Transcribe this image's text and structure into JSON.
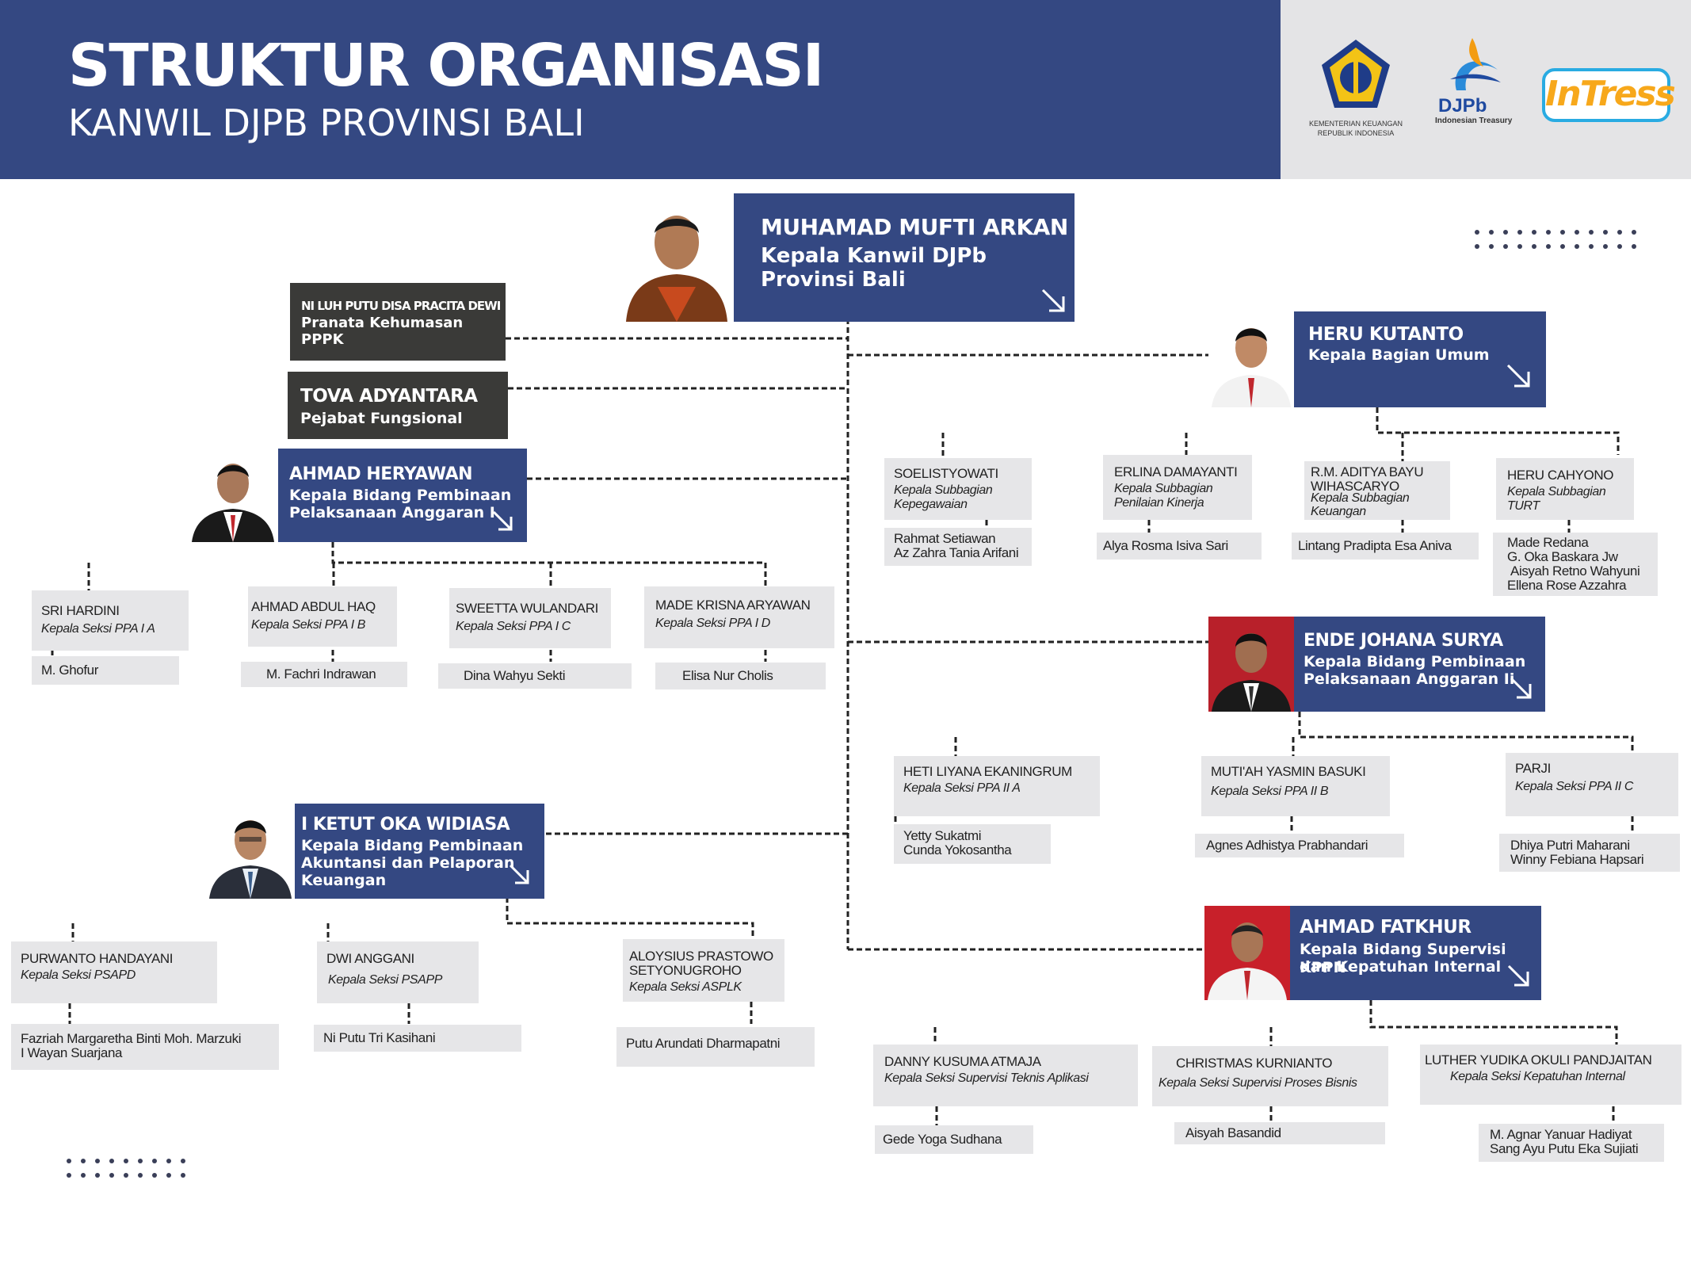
{
  "header": {
    "title": "STRUKTUR ORGANISASI",
    "subtitle": "KANWIL DJPB PROVINSI BALI"
  },
  "logos": {
    "kemenkeu": {
      "line1": "KEMENTERIAN KEUANGAN",
      "line2": "REPUBLIK INDONESIA"
    },
    "djpb": {
      "name": "DJPb",
      "tagline": "Indonesian Treasury"
    },
    "intress": {
      "name": "InTress"
    }
  },
  "head": {
    "name": "MUHAMAD MUFTI ARKAN",
    "title1": "Kepala Kanwil DJPb",
    "title2": "Provinsi Bali"
  },
  "staff1": {
    "name": "NI LUH PUTU DISA PRACITA DEWI",
    "title1": "Pranata Kehumasan",
    "title2": "PPPK"
  },
  "staff2": {
    "name": "TOVA ADYANTARA",
    "title": "Pejabat Fungsional"
  },
  "pa1": {
    "name": "AHMAD HERYAWAN",
    "title1": "Kepala Bidang Pembinaan",
    "title2": "Pelaksanaan Anggaran I",
    "sections": [
      {
        "name": "SRI HARDINI",
        "role": "Kepala Seksi PPA I A",
        "staff": [
          "M. Ghofur"
        ]
      },
      {
        "name": "AHMAD ABDUL HAQ",
        "role": "Kepala Seksi PPA I B",
        "staff": [
          "M. Fachri Indrawan"
        ]
      },
      {
        "name": "SWEETTA WULANDARI",
        "role": "Kepala Seksi PPA I C",
        "staff": [
          "Dina Wahyu Sekti"
        ]
      },
      {
        "name": "MADE KRISNA ARYAWAN",
        "role": "Kepala Seksi PPA I D",
        "staff": [
          "Elisa Nur Cholis"
        ]
      }
    ]
  },
  "akl": {
    "name": "I KETUT OKA WIDIASA",
    "title1": "Kepala Bidang Pembinaan",
    "title2": "Akuntansi dan Pelaporan",
    "title3": "Keuangan",
    "sections": [
      {
        "name": "PURWANTO HANDAYANI",
        "role": "Kepala Seksi PSAPD",
        "staff": [
          "Fazriah Margaretha Binti Moh. Marzuki",
          "I Wayan Suarjana"
        ]
      },
      {
        "name": "DWI ANGGANI",
        "role": "Kepala Seksi PSAPP",
        "staff": [
          "Ni Putu Tri Kasihani"
        ]
      },
      {
        "name1": "ALOYSIUS PRASTOWO",
        "name2": "SETYONUGROHO",
        "role": "Kepala Seksi ASPLK",
        "staff": [
          "Putu Arundati Dharmapatni"
        ]
      }
    ]
  },
  "umum": {
    "name": "HERU KUTANTO",
    "title": "Kepala Bagian Umum",
    "sections": [
      {
        "name": "SOELISTYOWATI",
        "role1": "Kepala Subbagian",
        "role2": "Kepegawaian",
        "staff": [
          "Rahmat Setiawan",
          "Az Zahra Tania Arifani"
        ]
      },
      {
        "name": "ERLINA DAMAYANTI",
        "role1": "Kepala Subbagian",
        "role2": "Penilaian Kinerja",
        "staff": [
          "Alya Rosma Isiva Sari"
        ]
      },
      {
        "name1": "R.M. ADITYA BAYU",
        "name2": "WIHASCARYO",
        "role1": "Kepala Subbagian",
        "role2": "Keuangan",
        "staff": [
          "Lintang Pradipta Esa Aniva"
        ]
      },
      {
        "name": "HERU CAHYONO",
        "role1": "Kepala Subbagian",
        "role2": "TURT",
        "staff": [
          "Made Redana",
          "G. Oka Baskara Jw",
          "Aisyah Retno Wahyuni",
          "Ellena Rose Azzahra"
        ]
      }
    ]
  },
  "pa2": {
    "name": "ENDE JOHANA SURYA",
    "title1": "Kepala Bidang Pembinaan",
    "title2": "Pelaksanaan Anggaran Ii",
    "sections": [
      {
        "name": "HETI LIYANA EKANINGRUM",
        "role": "Kepala Seksi PPA II A",
        "staff": [
          "Yetty Sukatmi",
          "Cunda Yokosantha"
        ]
      },
      {
        "name": "MUTI'AH YASMIN BASUKI",
        "role": "Kepala Seksi PPA II B",
        "staff": [
          "Agnes Adhistya Prabhandari"
        ]
      },
      {
        "name": "PARJI",
        "role": "Kepala Seksi PPA II C",
        "staff": [
          "Dhiya Putri Maharani",
          "Winny Febiana Hapsari"
        ]
      }
    ]
  },
  "skppn": {
    "name": "AHMAD FATKHUR",
    "title1": "Kepala Bidang Supervisi KPPN",
    "title2": "dan Kepatuhan Internal",
    "sections": [
      {
        "name": "DANNY KUSUMA ATMAJA",
        "role": "Kepala Seksi Supervisi Teknis Aplikasi",
        "staff": [
          "Gede Yoga Sudhana"
        ]
      },
      {
        "name": "CHRISTMAS KURNIANTO",
        "role": "Kepala Seksi Supervisi Proses Bisnis",
        "staff": [
          "Aisyah Basandid"
        ]
      },
      {
        "name": "LUTHER YUDIKA OKULI PANDJAITAN",
        "role": "Kepala Seksi Kepatuhan Internal",
        "staff": [
          "M. Agnar Yanuar Hadiyat",
          "Sang Ayu Putu Eka Sujiati"
        ]
      }
    ]
  },
  "colors": {
    "header": "#344882",
    "box_dark": "#3a3a38",
    "box_grey": "#e6e6e8",
    "logo_panel": "#e4e4e6"
  },
  "icons": [
    "arrow-down-right-icon",
    "kemenkeu-logo",
    "djpb-logo",
    "intress-logo",
    "portrait-photo"
  ]
}
